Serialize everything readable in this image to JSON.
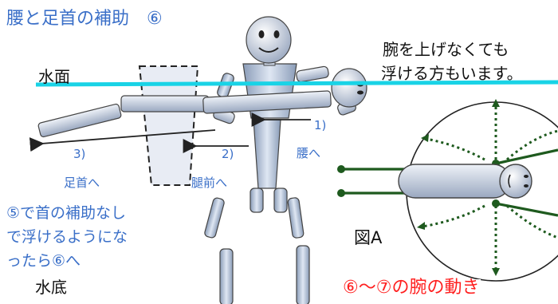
{
  "title": "腰と足首の補助　⑥",
  "labels": {
    "water_surface": "水面",
    "water_bottom": "水底",
    "note_line1": "腕を上げなくても",
    "note_line2": "浮ける方もいます。",
    "step1": "1)",
    "step2": "2)",
    "step3": "3)",
    "waist": "腰へ",
    "thigh": "腿前へ",
    "ankle": "足首へ",
    "instruction_line1": "⑤で首の補助なし",
    "instruction_line2": "で浮けるようにな",
    "instruction_line3": "ったら⑥へ",
    "figure_a": "図A",
    "arm_motion": "⑥〜⑦の腕の動き"
  },
  "colors": {
    "title_blue": "#3a6fc8",
    "water_line": "#19d3e6",
    "arm_path_green": "#1e5a1e",
    "motion_red": "#ff2020",
    "body_fill": "#b8c8e0"
  }
}
